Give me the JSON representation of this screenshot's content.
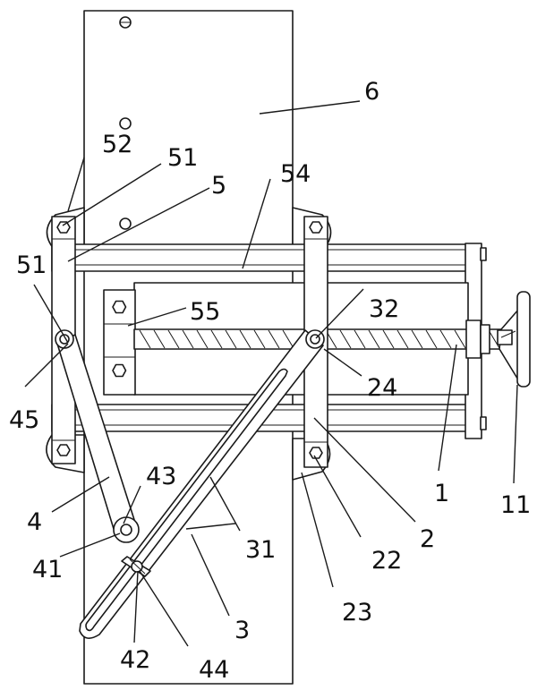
{
  "labels": {
    "l1": "1",
    "l11": "11",
    "l2": "2",
    "l22": "22",
    "l23": "23",
    "l24": "24",
    "l3": "3",
    "l31": "31",
    "l32": "32",
    "l4": "4",
    "l41": "41",
    "l42": "42",
    "l43": "43",
    "l44": "44",
    "l45": "45",
    "l5": "5",
    "l51a": "51",
    "l51b": "51",
    "l52": "52",
    "l54": "54",
    "l55": "55",
    "l6": "6"
  }
}
